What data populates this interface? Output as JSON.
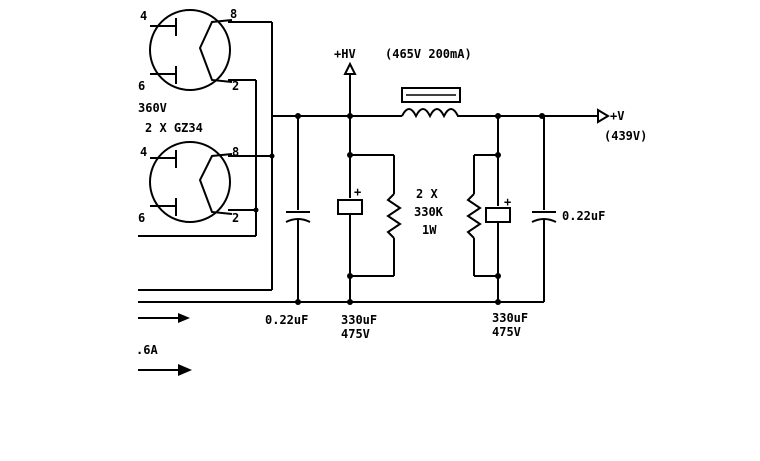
{
  "labels": {
    "tube_voltage": "360V",
    "rectifier": "2 X GZ34",
    "hv": "+HV",
    "hv_rating": "(465V 200mA)",
    "out": "+V",
    "out_voltage": "(439V)",
    "resistor_count": "2 X",
    "resistor_value": "330K",
    "resistor_power": "1W",
    "cap_left": "0.22uF",
    "cap_mid_value": "330uF",
    "cap_mid_voltage": "475V",
    "cap_right_value": "330uF",
    "cap_right_voltage": "475V",
    "cap_far_right": "0.22uF",
    "current": ".6A"
  },
  "pins": {
    "t1_tl": "4",
    "t1_tr": "8",
    "t1_bl": "6",
    "t1_br": "2",
    "t2_tl": "4",
    "t2_tr": "8",
    "t2_bl": "6",
    "t2_br": "2"
  }
}
